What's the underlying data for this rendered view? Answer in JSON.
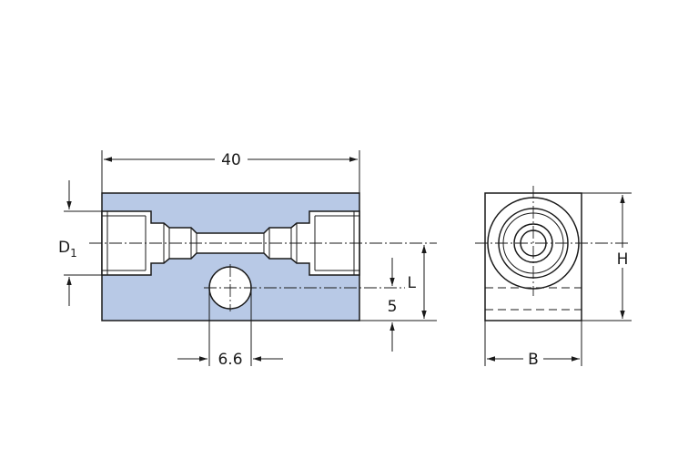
{
  "dimensions": {
    "length": "40",
    "diameter_main": "D",
    "diameter_sub": "1",
    "height_offset": "L",
    "bottom_offset": "5",
    "cross_hole": "6.6",
    "width": "B",
    "height": "H"
  },
  "colors": {
    "body_fill": "#b8c9e6",
    "line": "#1a1a1a"
  }
}
